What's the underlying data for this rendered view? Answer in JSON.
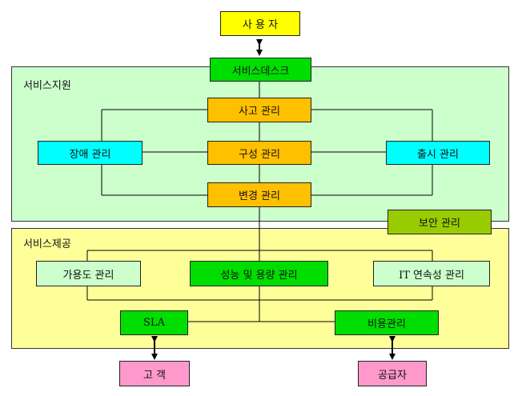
{
  "regions": {
    "service_support": {
      "label": "서비스지원"
    },
    "service_delivery": {
      "label": "서비스제공"
    }
  },
  "boxes": {
    "user": "사 용 자",
    "service_desk": "서비스데스크",
    "incident_mgmt": "사고 관리",
    "problem_mgmt": "장애 관리",
    "config_mgmt": "구성 관리",
    "release_mgmt": "출시 관리",
    "change_mgmt": "변경 관리",
    "security_mgmt": "보안 관리",
    "availability_mgmt": "가용도 관리",
    "capacity_mgmt": "성능 및 용량 관리",
    "continuity_mgmt": "IT 연속성 관리",
    "sla": "SLA",
    "cost_mgmt": "비용관리",
    "customer": "고  객",
    "supplier": "공급자"
  },
  "colors": {
    "user_fill": "#ffff00",
    "green_fill": "#00dd00",
    "orange_fill": "#ffc000",
    "cyan_fill": "#00ffff",
    "security_fill": "#99cc00",
    "pale_green_fill": "#ccffcc",
    "pink_fill": "#ff99cc",
    "support_region": "#ccffcc",
    "delivery_region": "#ffff99"
  }
}
